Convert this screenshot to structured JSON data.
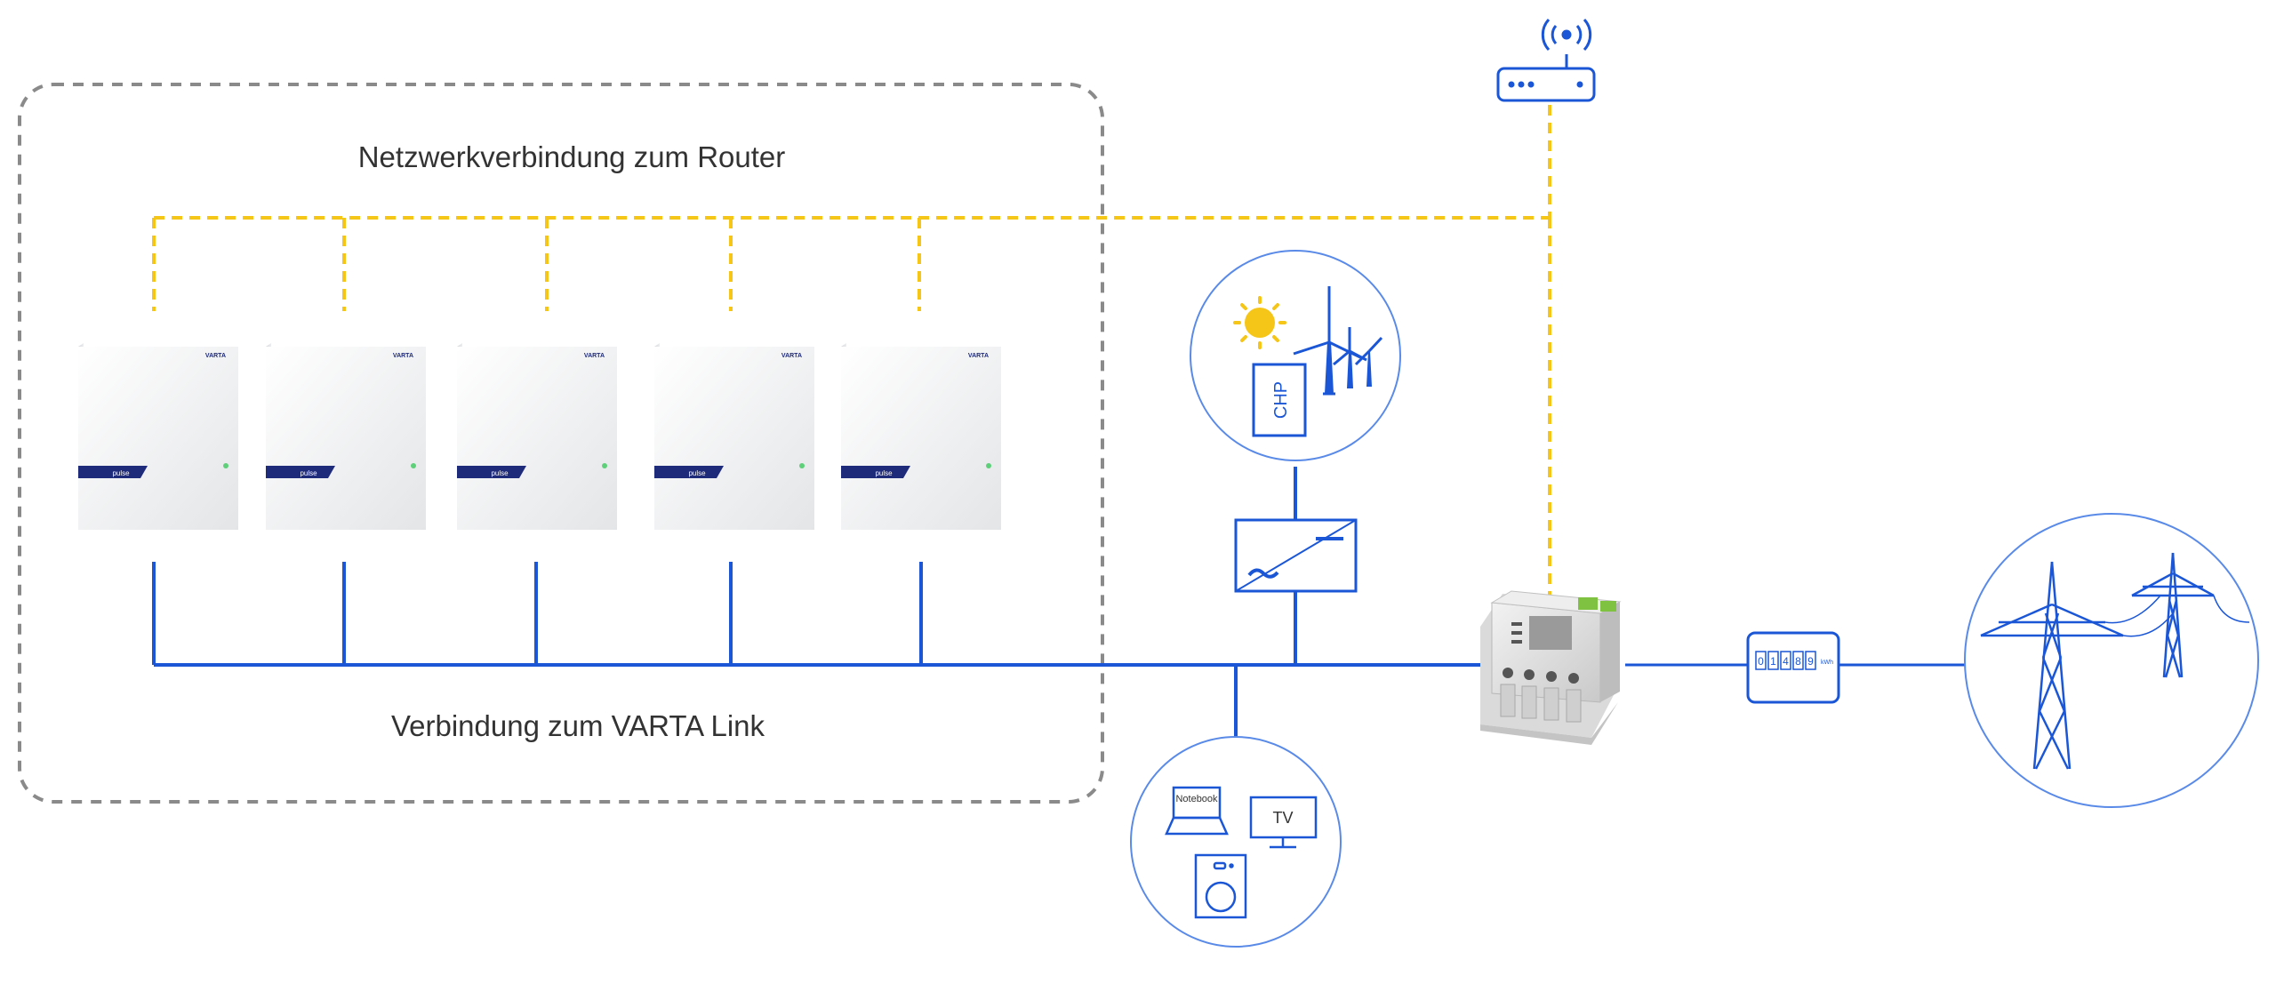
{
  "labels": {
    "network_caption": "Netzwerkverbindung zum Router",
    "link_caption": "Verbindung zum VARTA Link"
  },
  "battery": {
    "brand": "VARTA",
    "model": "pulse",
    "count": 5
  },
  "generation": {
    "chp_label": "CHP"
  },
  "consumers": {
    "notebook_label": "Notebook",
    "tv_label": "TV"
  },
  "meter": {
    "digits": [
      "0",
      "1",
      "4",
      "8",
      "9"
    ],
    "unit": "kWh"
  },
  "colors": {
    "network_line": "#f5c518",
    "power_line": "#1a56d6",
    "frame": "#8a8a8a",
    "battery_stripe": "#1e2a7a",
    "text": "#333333"
  },
  "icons": [
    "router-icon",
    "sun-icon",
    "wind-turbine-icon",
    "chp-icon",
    "inverter-icon",
    "notebook-icon",
    "tv-icon",
    "washing-machine-icon",
    "varta-link-device",
    "electricity-meter-icon",
    "power-pylon-icon"
  ]
}
